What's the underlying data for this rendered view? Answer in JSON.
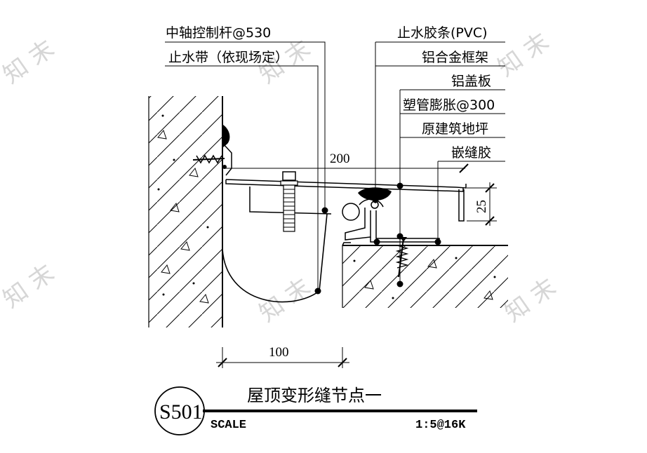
{
  "watermark": "知 末",
  "labels": {
    "pivot_rod": "中轴控制杆@530",
    "waterstop_band": "止水带（依现场定）",
    "pvc_strip": "止水胶条(PVC)",
    "al_frame": "铝合金框架",
    "al_cover": "铝盖板",
    "expansion_bolt": "塑管膨胀@300",
    "original_floor": "原建筑地坪",
    "sealant": "嵌缝胶"
  },
  "dimensions": {
    "width_200": "200",
    "height_25": "25",
    "gap_100": "100"
  },
  "title_block": {
    "title": "屋顶变形缝节点一",
    "code": "S501",
    "scale_label": "SCALE",
    "scale_value": "1:5@16K"
  }
}
